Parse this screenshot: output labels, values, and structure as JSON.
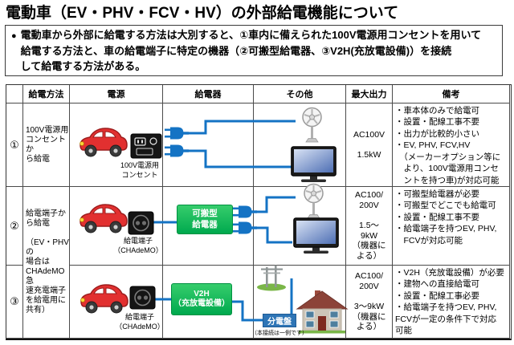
{
  "title": "電動車（EV・PHV・FCV・HV）の外部給電機能について",
  "intro": {
    "bullet": "●",
    "text": "電動車から外部に給電する方法は大別すると、①車内に備えられた100V電源用コンセントを用いて\n給電する方法と、車の給電端子に特定の機器（②可搬型給電器、③V2H(充放電設備)）を接続\nして給電する方法がある。"
  },
  "table": {
    "headers": {
      "num": "",
      "method": "給電方法",
      "source": "電源",
      "device": "給電器",
      "other": "その他",
      "max_output": "最大出力",
      "remarks": "備考"
    },
    "merged_method_2_3": "給電端子か\nら給電\n\n（EV・PHVの\n場合は\nCHAdeMO急\n速充電端子\nを給電用に\n共有）",
    "rows": [
      {
        "num": "①",
        "method": "100V電源用\nコンセントか\nら給電",
        "source_label": "100V電源用\nコンセント",
        "max_output": "AC100V\n\n1.5kW",
        "remarks": "・車本体のみで給電可\n・設置・配線工事不要\n・出力が比較的小さい\n・EV, PHV, FCV,HV\n　（メーカーオプション等に\n　より、100V電源用コンセ\n　ントを持つ車)が対応可能"
      },
      {
        "num": "②",
        "source_label": "給電端子\n（CHAdeMO）",
        "device_label": "可搬型\n給電器",
        "max_output": "AC100/\n200V\n\n1.5～\n9kW\n（機器に\nよる）",
        "remarks": "・可搬型給電器が必要\n・可搬型でどこでも給電可\n・設置・配線工事不要\n・給電端子を持つEV, PHV,\n　FCVが対応可能"
      },
      {
        "num": "③",
        "source_label": "給電端子\n（CHAdeMO）",
        "device_label": "V2H\n（充放電設備）",
        "distribution_board_label": "分電盤",
        "connection_note": "（本接続は一例です）",
        "max_output": "AC100/\n200V\n\n3～9kW\n（機器に\nよる）",
        "remarks": "・V2H（充放電設備）が必要\n・建物への直接給電可\n・設置・配線工事必要\n・給電端子を持つEV, PHV,\nFCVが一定の条件下で対応\n可能"
      }
    ]
  },
  "icons": {
    "car": "red-compact-car",
    "outlet_panel": "100V-outlet-panel",
    "connector": "CHAdeMO-power-terminal",
    "plug": "blue-power-plug",
    "fan": "electric-stand-fan",
    "tv": "flat-screen-television",
    "pole": "utility-pole",
    "house": "house",
    "wire": "blue-power-wire"
  },
  "colors": {
    "wire_blue": "#1473c4",
    "device_green": "#00a94e",
    "board_blue": "#2e75b6",
    "car_red": "#e23030",
    "grid_border": "#4a4a4a"
  }
}
